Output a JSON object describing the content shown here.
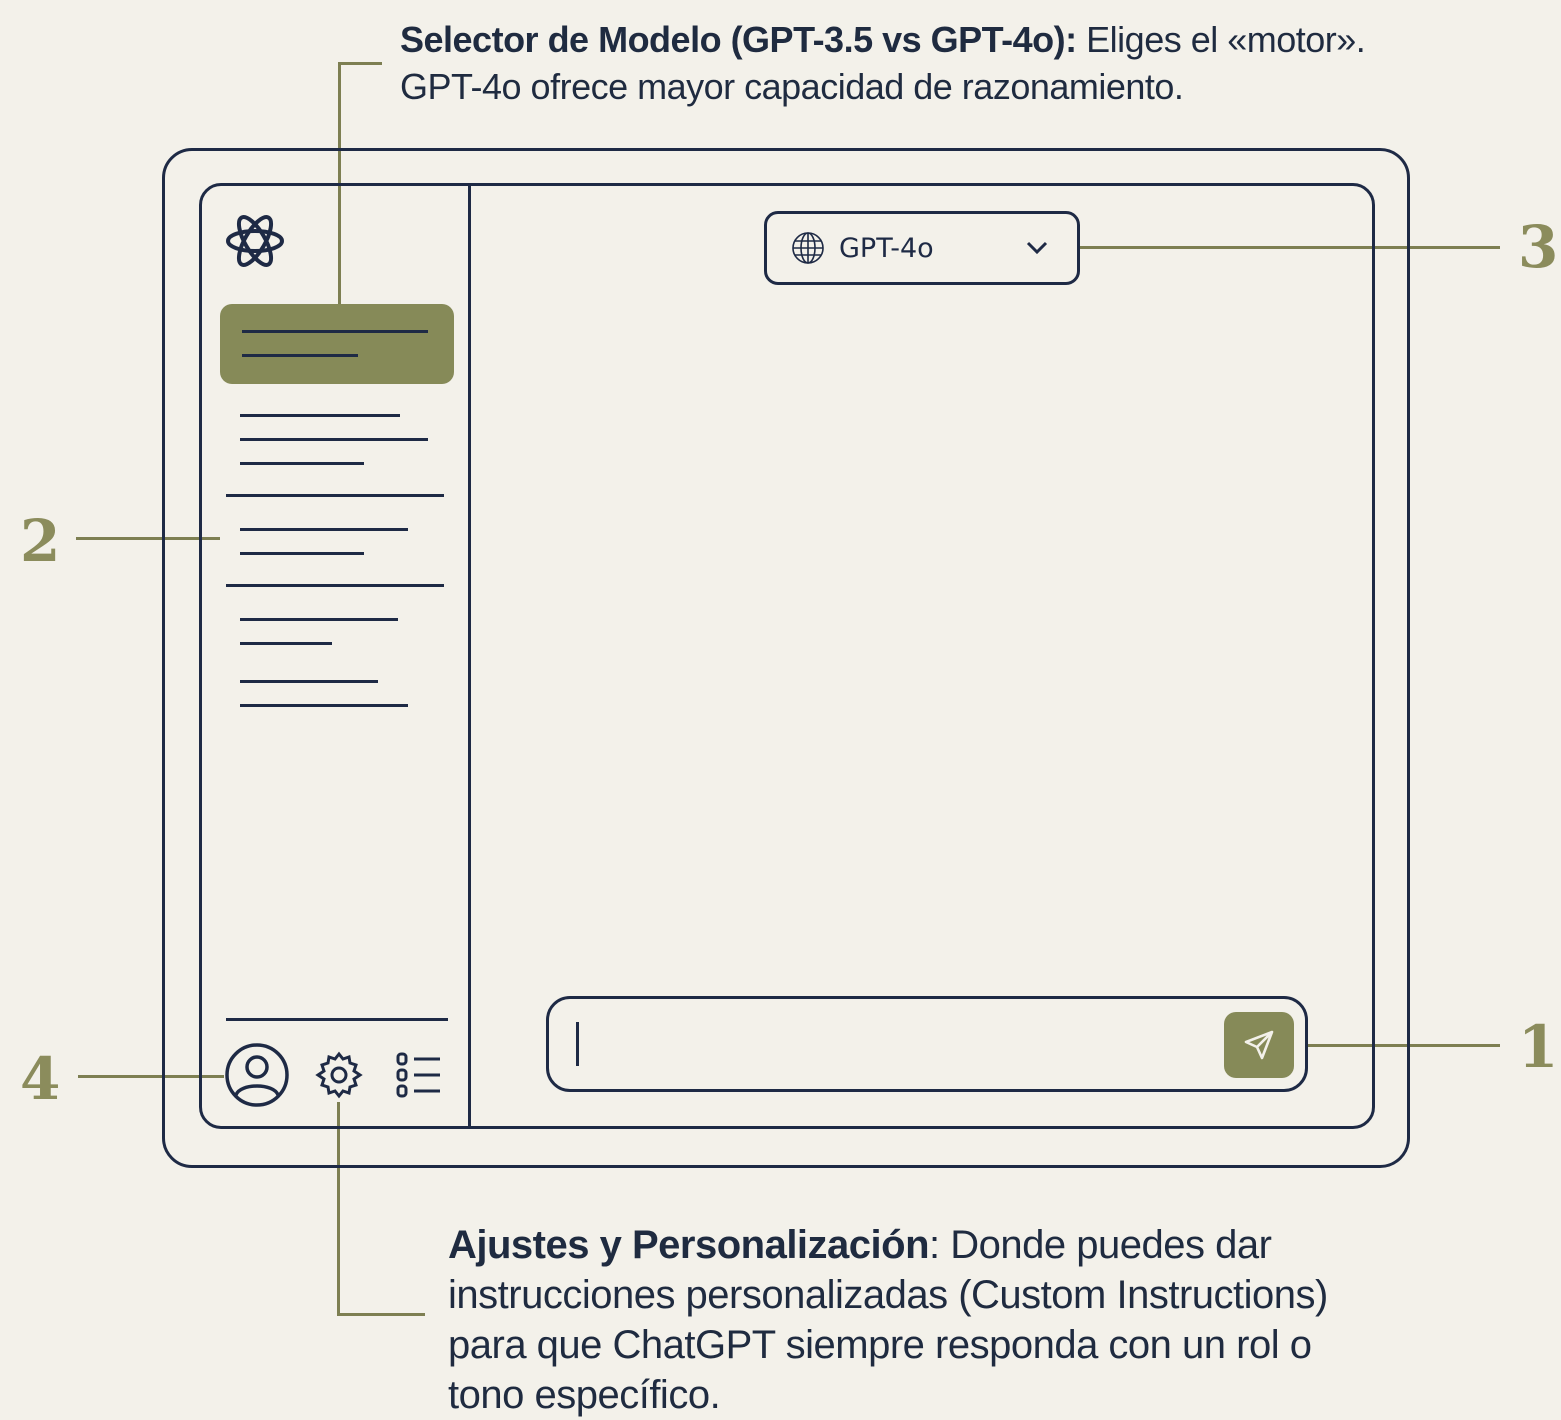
{
  "callouts": {
    "model_selector": {
      "title": "Selector de Modelo (GPT-3.5 vs GPT-4o):",
      "text_line1": " Eliges el «motor».",
      "text_line2": "GPT-4o ofrece mayor capacidad de razonamiento."
    },
    "settings": {
      "title": "Ajustes y Personalización",
      "text_line1": ": Donde puedes dar",
      "text_line2": "instrucciones personalizadas (Custom Instructions)",
      "text_line3": "para que ChatGPT siempre responda con un rol o",
      "text_line4": "tono específico."
    }
  },
  "markers": {
    "chat_input": "1",
    "history": "2",
    "model_selector": "3",
    "account": "4"
  },
  "ui": {
    "model_selector": {
      "label": "GPT-4o"
    }
  },
  "icons": {
    "logo": "openai-logo-icon",
    "model": "model-globe-icon",
    "dropdown": "chevron-down-icon",
    "send": "send-icon",
    "profile": "user-profile-icon",
    "settings": "gear-icon",
    "list": "list-icon"
  },
  "colors": {
    "accent": "#868a58",
    "line": "#1e2a45",
    "marker": "#8b8c5c",
    "background": "#f3f1ea"
  }
}
